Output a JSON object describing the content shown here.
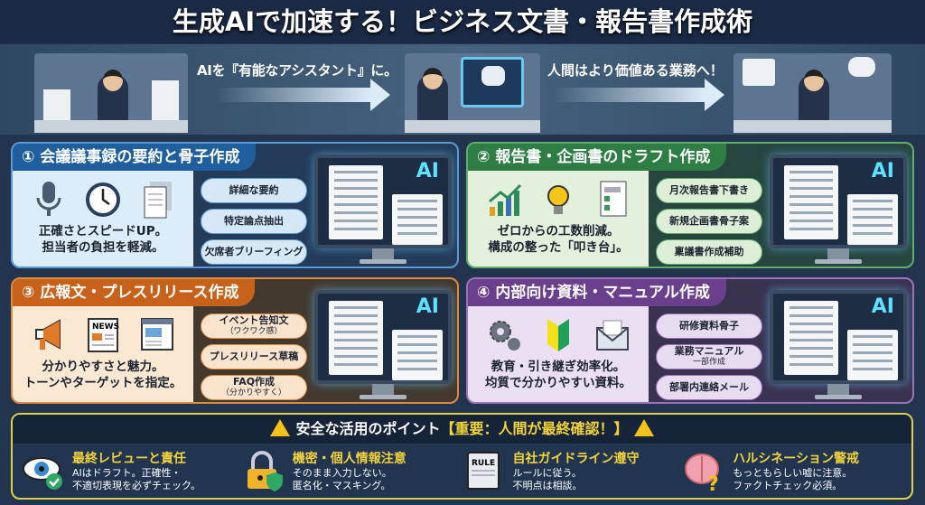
{
  "title": "生成AIで加速する！ビジネス文書・報告書作成術",
  "banner": {
    "step1_caption": "AIを『有能なアシスタント』に。",
    "step2_caption": "人間はより価値ある業務へ！"
  },
  "panels": [
    {
      "number": "①",
      "title": "会議議事録の要約と骨子作成",
      "icons": [
        "microphone-icon",
        "clock-icon",
        "documents-icon"
      ],
      "desc": [
        "正確さとスピードUP。",
        "担当者の負担を軽減。"
      ],
      "bubbles": [
        {
          "label": "詳細な要約"
        },
        {
          "label": "特定論点抽出"
        },
        {
          "label": "欠席者ブリーフィング"
        }
      ],
      "ai_label": "AI",
      "colors": {
        "header": "#1f5f9e",
        "light": "#dcecf8",
        "border": "#5a9ad6",
        "bg": "#243c5a",
        "bubble": "#d6e8f6"
      }
    },
    {
      "number": "②",
      "title": "報告書・企画書のドラフト作成",
      "icons": [
        "growth-chart-icon",
        "lightbulb-icon",
        "form-document-icon"
      ],
      "desc": [
        "ゼロからの工数削減。",
        "構成の整った「叩き台」。"
      ],
      "bubbles": [
        {
          "label": "月次報告書下書き"
        },
        {
          "label": "新規企画書骨子案"
        },
        {
          "label": "稟議書作成補助"
        }
      ],
      "ai_label": "AI",
      "colors": {
        "header": "#2e7d45",
        "light": "#e2f0dc",
        "border": "#5fae6c",
        "bg": "#284640",
        "bubble": "#dcefd6"
      }
    },
    {
      "number": "③",
      "title": "広報文・プレスリリース作成",
      "icons": [
        "megaphone-icon",
        "news-icon",
        "webpage-icon"
      ],
      "desc": [
        "分かりやすさと魅力。",
        "トーンやターゲットを指定。"
      ],
      "bubbles": [
        {
          "label": "イベント告知文",
          "sub": "（ワクワク感）"
        },
        {
          "label": "プレスリリース草稿"
        },
        {
          "label": "FAQ作成",
          "sub": "（分かりやすく）"
        }
      ],
      "news_label": "NEWS",
      "ai_label": "AI",
      "colors": {
        "header": "#c8621a",
        "light": "#fbe8d2",
        "border": "#db8c3e",
        "bg": "#43392f",
        "bubble": "#f9e3cc"
      }
    },
    {
      "number": "④",
      "title": "内部向け資料・マニュアル作成",
      "icons": [
        "gears-icon",
        "beginner-mark-icon",
        "envelope-icon"
      ],
      "desc": [
        "教育・引き継ぎ効率化。",
        "均質で分かりやすい資料。"
      ],
      "bubbles": [
        {
          "label": "研修資料骨子"
        },
        {
          "label": "業務マニュアル",
          "sub": "一部作成"
        },
        {
          "label": "部署内連絡メール"
        }
      ],
      "ai_label": "AI",
      "colors": {
        "header": "#6a3f8c",
        "light": "#ebe0f2",
        "border": "#9c72bd",
        "bg": "#3a3350",
        "bubble": "#e7dbf0"
      }
    }
  ],
  "safety": {
    "heading": "安全な活用のポイント",
    "emphasis": "【重要：人間が最終確認！】",
    "items": [
      {
        "icon": "eye-check-icon",
        "title": "最終レビューと責任",
        "desc": [
          "AIはドラフト。正確性・",
          "不適切表現を必ずチェック。"
        ]
      },
      {
        "icon": "lock-shield-icon",
        "title": "機密・個人情報注意",
        "desc": [
          "そのまま入力しない。",
          "匿名化・マスキング。"
        ]
      },
      {
        "icon": "rule-book-icon",
        "title": "自社ガイドライン遵守",
        "desc": [
          "ルールに従う。",
          "不明点は相談。"
        ],
        "book_label": "RULE"
      },
      {
        "icon": "brain-question-icon",
        "title": "ハルシネーション警戒",
        "desc": [
          "もっともらしい嘘に注意。",
          "ファクトチェック必須。"
        ]
      }
    ]
  }
}
